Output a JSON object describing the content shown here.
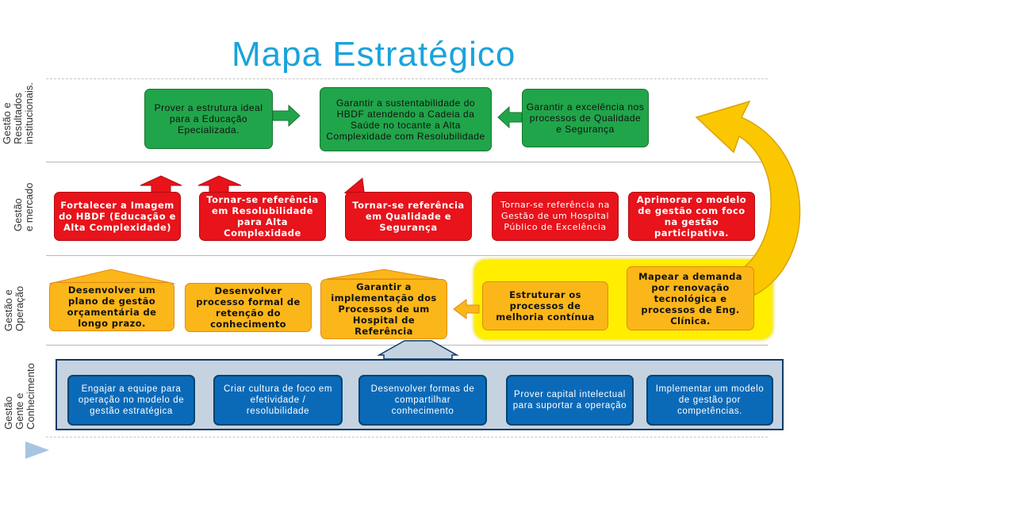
{
  "title": "Mapa Estratégico",
  "rows": {
    "resultados": "Gestão e\nResultados\ninstitucionais.",
    "mercado": "Gestão\ne mercado",
    "operacao": "Gestão e\nOperação",
    "conhecimento": "Gestão\nGente e\nConhecimento"
  },
  "colors": {
    "title": "#1aa3dc",
    "green": "#21a54a",
    "red": "#e8131b",
    "orange": "#fbb619",
    "yellow_highlight": "#ffee00",
    "blue": "#0b6ab8",
    "blue_panel": "#c5d3e1"
  },
  "resultados": [
    "Prover a estrutura ideal para a Educação Epecializada.",
    "Garantir a sustentabilidade do HBDF atendendo a Cadeia da Saúde no tocante a Alta Complexidade com Resolubilidade",
    "Garantir a excelência nos processos de Qualidade e Segurança"
  ],
  "mercado": [
    "Fortalecer a Imagem do HBDF (Educação e Alta Complexidade)",
    "Tornar-se referência em Resolubilidade para Alta Complexidade",
    "Tornar-se referência em Qualidade e Segurança",
    "Tornar-se referência na Gestão de um Hospital Público de Excelência",
    "Aprimorar o modelo de gestão com foco na gestão participativa."
  ],
  "operacao": [
    "Desenvolver um plano de gestão orçamentária de longo prazo.",
    "Desenvolver processo formal de retenção do conhecimento",
    "Garantir a implementação dos Processos de um Hospital de Referência",
    "Estruturar os processos de melhoria contínua",
    "Mapear a demanda por renovação tecnológica e processos de Eng. Clínica."
  ],
  "conhecimento": [
    "Engajar a equipe para operação no modelo de gestão estratégica",
    "Criar cultura de foco em efetividade / resolubilidade",
    "Desenvolver formas de compartilhar conhecimento",
    "Prover capital intelectual para suportar a operação",
    "Implementar um modelo de gestão por competências."
  ]
}
